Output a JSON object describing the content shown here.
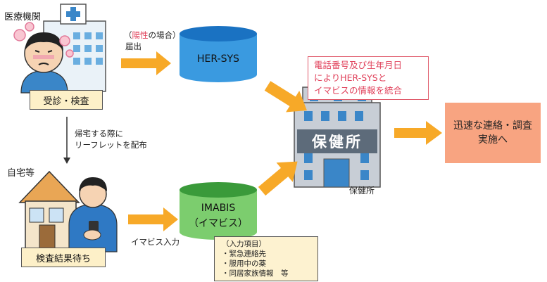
{
  "labels": {
    "medical": "医療機関",
    "home": "自宅等",
    "positive_prefix": "（",
    "positive_word": "陽性",
    "positive_suffix": "の場合）",
    "report": "届出",
    "return_line1": "帰宅する際に",
    "return_line2": "リーフレットを配布",
    "imabis_input": "イマビス入力",
    "hokenjo_caption": "保健所",
    "hokenjo_sign": "保健所"
  },
  "boxes": {
    "exam": "受診・検査",
    "waiting": "検査結果待ち",
    "integrate_line1": "電話番号及び生年月日",
    "integrate_line2": "によりHER-SYSと",
    "integrate_line3": "イマビスの情報を統合",
    "result_line1": "迅速な連絡・調査",
    "result_line2": "実施へ"
  },
  "databases": {
    "hersys": "HER-SYS",
    "imabis": "IMABIS",
    "imabis_sub": "（イマビス）"
  },
  "input_items": {
    "header": "（入力項目）",
    "items": [
      "・緊急連絡先",
      "・服用中の薬",
      "・同居家族情報　等"
    ]
  },
  "colors": {
    "arrow": "#f7a928",
    "hersys_top": "#1a72c2",
    "hersys_body": "#3a9ae0",
    "imabis_top": "#3a9a3a",
    "imabis_body": "#7ccd6e",
    "result_box": "#f8a481",
    "integrate_border": "#e05a6a"
  }
}
